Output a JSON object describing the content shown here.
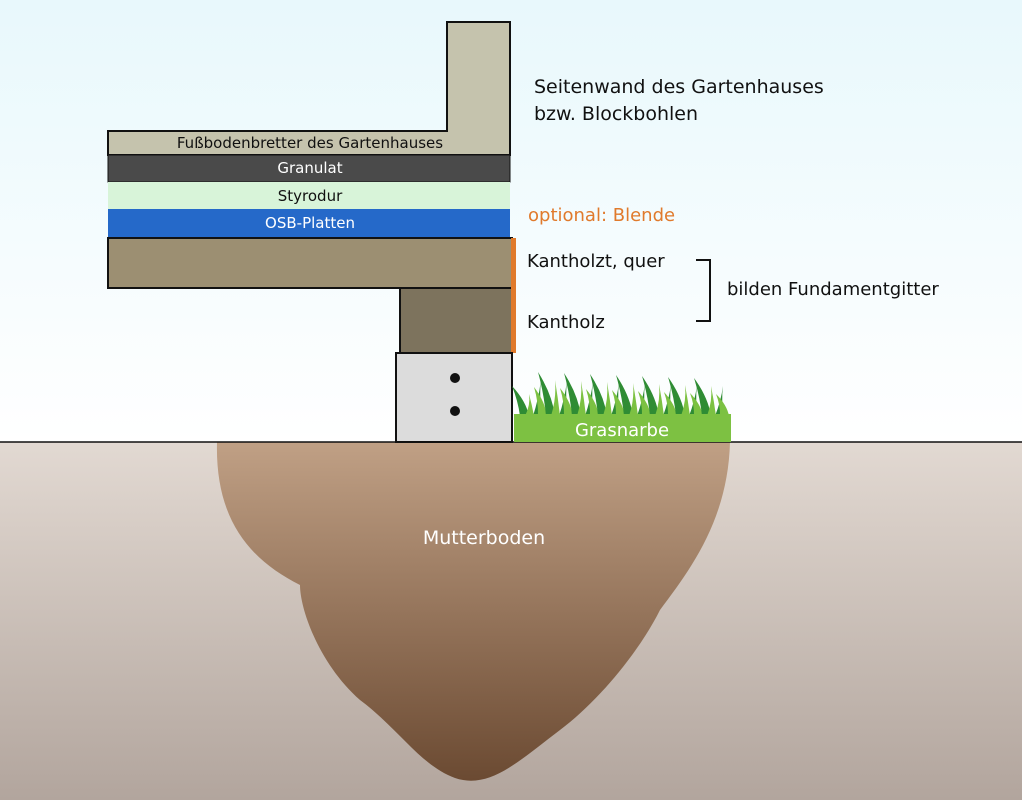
{
  "labels": {
    "side_wall_line1": "Seitenwand des Gartenhauses",
    "side_wall_line2": "bzw. Blockbohlen",
    "floorboards": "Fußbodenbretter des Gartenhauses",
    "granulate": "Granulat",
    "styrodur": "Styrodur",
    "osb": "OSB-Platten",
    "optional_cover": "optional: Blende",
    "cross_beam": "Kantholzt, quer",
    "beam": "Kantholz",
    "bracket_note": "bilden Fundamentgitter",
    "turf": "Grasnarbe",
    "topsoil": "Mutterboden"
  },
  "colors": {
    "sky_top": "#e8f8fc",
    "ground_top": "#e2d9d2",
    "ground_bottom": "#b2a59d",
    "topsoil_top": "#c0a085",
    "topsoil_bottom": "#6b4a32",
    "wall": "#c5c3ad",
    "granulate": "#4a4a4a",
    "styrodur": "#d8f4d9",
    "osb": "#2569c9",
    "cross_beam": "#9c8f72",
    "beam": "#7d735d",
    "foundation_block": "#dcdcdc",
    "cover": "#e07a2c",
    "turf": "#7dc142",
    "grass_dark": "#2f8c34",
    "grass_light": "#7cc142",
    "label_orange": "#e07a2c"
  }
}
